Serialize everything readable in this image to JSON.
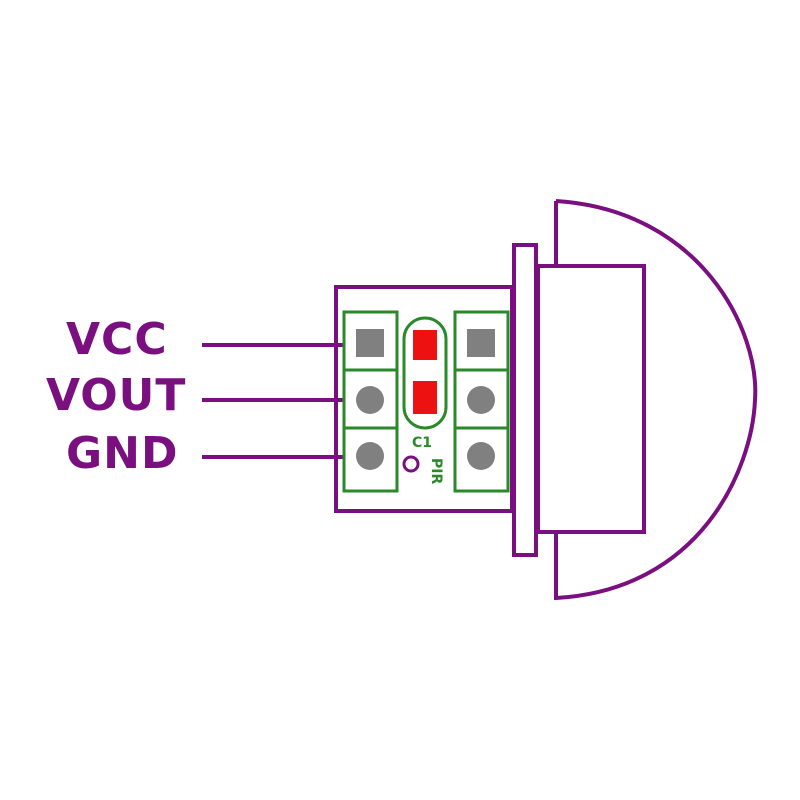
{
  "pins": [
    {
      "label": "VCC"
    },
    {
      "label": "VOUT"
    },
    {
      "label": "GND"
    }
  ],
  "silkscreen": {
    "capacitor_ref": "C1",
    "sensor_ref": "PIR"
  },
  "colors": {
    "outline": "#7a0f80",
    "pcb_trace": "#2a8a2a",
    "pad_gray": "#808080",
    "smd_pad": "#ee1111",
    "background": "#ffffff"
  },
  "icons": {
    "square_pad": "square-pad-icon",
    "round_pad": "round-pad-icon",
    "via": "via-icon"
  }
}
